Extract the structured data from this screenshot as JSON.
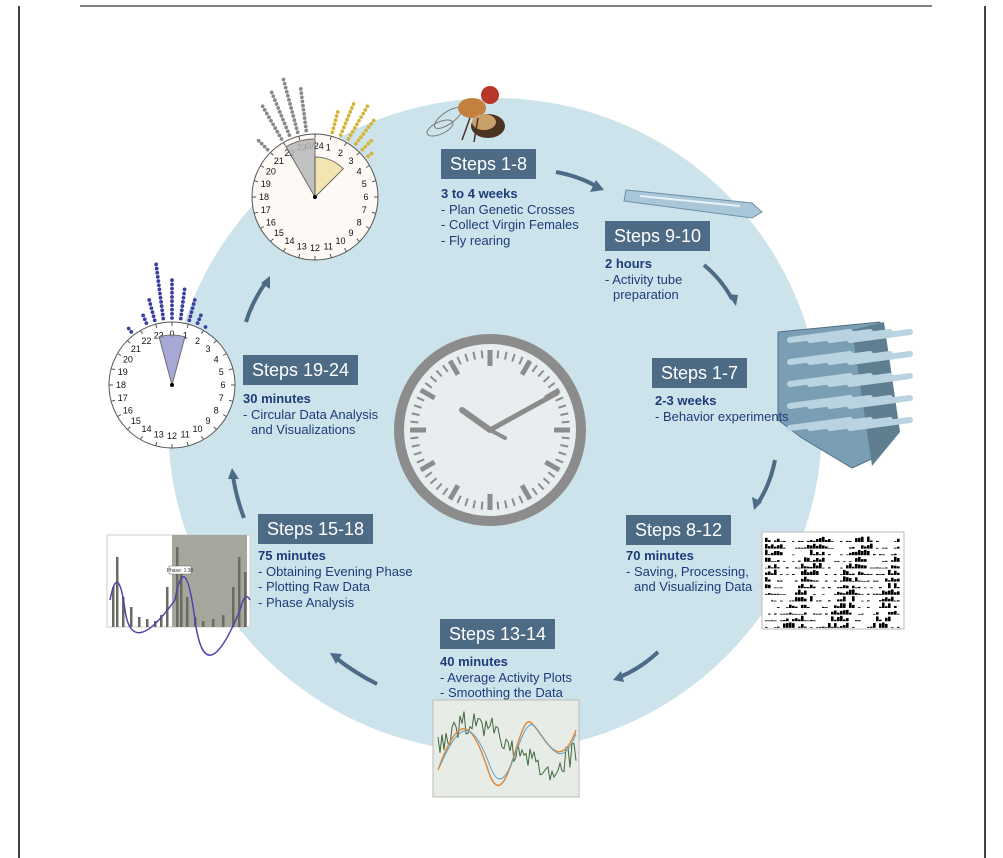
{
  "steps": [
    {
      "label": "Steps 1-8",
      "duration": "3 to 4 weeks",
      "items": [
        "Plan Genetic Crosses",
        "Collect Virgin Females",
        "Fly rearing"
      ]
    },
    {
      "label": "Steps 9-10",
      "duration": "2 hours",
      "items": [
        "Activity tube",
        "preparation"
      ]
    },
    {
      "label": "Steps 1-7",
      "duration": "2-3 weeks",
      "items": [
        "Behavior experiments"
      ]
    },
    {
      "label": "Steps 8-12",
      "duration": "70 minutes",
      "items": [
        "Saving, Processing,",
        "and Visualizing Data"
      ]
    },
    {
      "label": "Steps 13-14",
      "duration": "40 minutes",
      "items": [
        "Average Activity Plots",
        "Smoothing the Data"
      ]
    },
    {
      "label": "Steps 15-18",
      "duration": "75 minutes",
      "items": [
        "Obtaining Evening Phase",
        "Plotting Raw Data",
        "Phase Analysis"
      ]
    },
    {
      "label": "Steps 19-24",
      "duration": "30 minutes",
      "items": [
        "Circular Data Analysis",
        "and Visualizations"
      ]
    }
  ],
  "clock_top": {
    "hours": [
      "0/24",
      "1",
      "2",
      "3",
      "4",
      "5",
      "6",
      "7",
      "8",
      "9",
      "10",
      "11",
      "12",
      "13",
      "14",
      "15",
      "16",
      "17",
      "18",
      "19",
      "20",
      "21",
      "22",
      "23"
    ]
  },
  "clock_left": {
    "hours": [
      "0",
      "1",
      "2",
      "3",
      "4",
      "5",
      "6",
      "7",
      "8",
      "9",
      "10",
      "11",
      "12",
      "13",
      "14",
      "15",
      "16",
      "17",
      "18",
      "19",
      "20",
      "21",
      "22",
      "23"
    ]
  },
  "phase_plot_label": "Phase: 1:30",
  "colors": {
    "disc": "#cce3ec",
    "step_box": "#4e6b86",
    "text": "#1f3b79",
    "arrow": "#4e6b86",
    "clock_rim": "#8a8a8a"
  }
}
